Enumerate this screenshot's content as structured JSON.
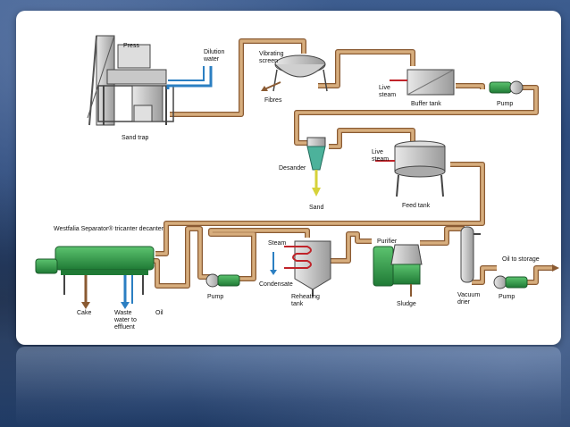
{
  "diagram": {
    "labels": {
      "press": "Press",
      "dilution_water": "Dilution\nwater",
      "vibrating_screen": "Vibrating\nscreen",
      "fibres": "Fibres",
      "live_steam_top": "Live\nsteam",
      "buffer_tank": "Buffer tank",
      "pump_top": "Pump",
      "sand_trap": "Sand trap",
      "desander": "Desander",
      "sand": "Sand",
      "live_steam_mid": "Live\nsteam",
      "feed_tank": "Feed tank",
      "decanter": "Westfalia Separator® tricanter decanter",
      "cake": "Cake",
      "waste_water": "Waste\nwater to\neffluent",
      "oil": "Oil",
      "pump_bottom": "Pump",
      "steam": "Steam",
      "condensate": "Condensate",
      "reheating_tank": "Reheating\ntank",
      "purifier": "Purifier",
      "sludge": "Sludge",
      "vacuum_drier": "Vacuum\ndrier",
      "oil_to_storage": "Oil to storage",
      "pump_right": "Pump"
    },
    "colors": {
      "pipe": "#c89a6a",
      "pipe_outline": "#8a5a32",
      "water": "#2b7fc2",
      "sand": "#d6d23a",
      "steam": "#c0242a",
      "equipment_green": "#2e9a48",
      "equipment_gray": "#bfbfbf"
    }
  }
}
